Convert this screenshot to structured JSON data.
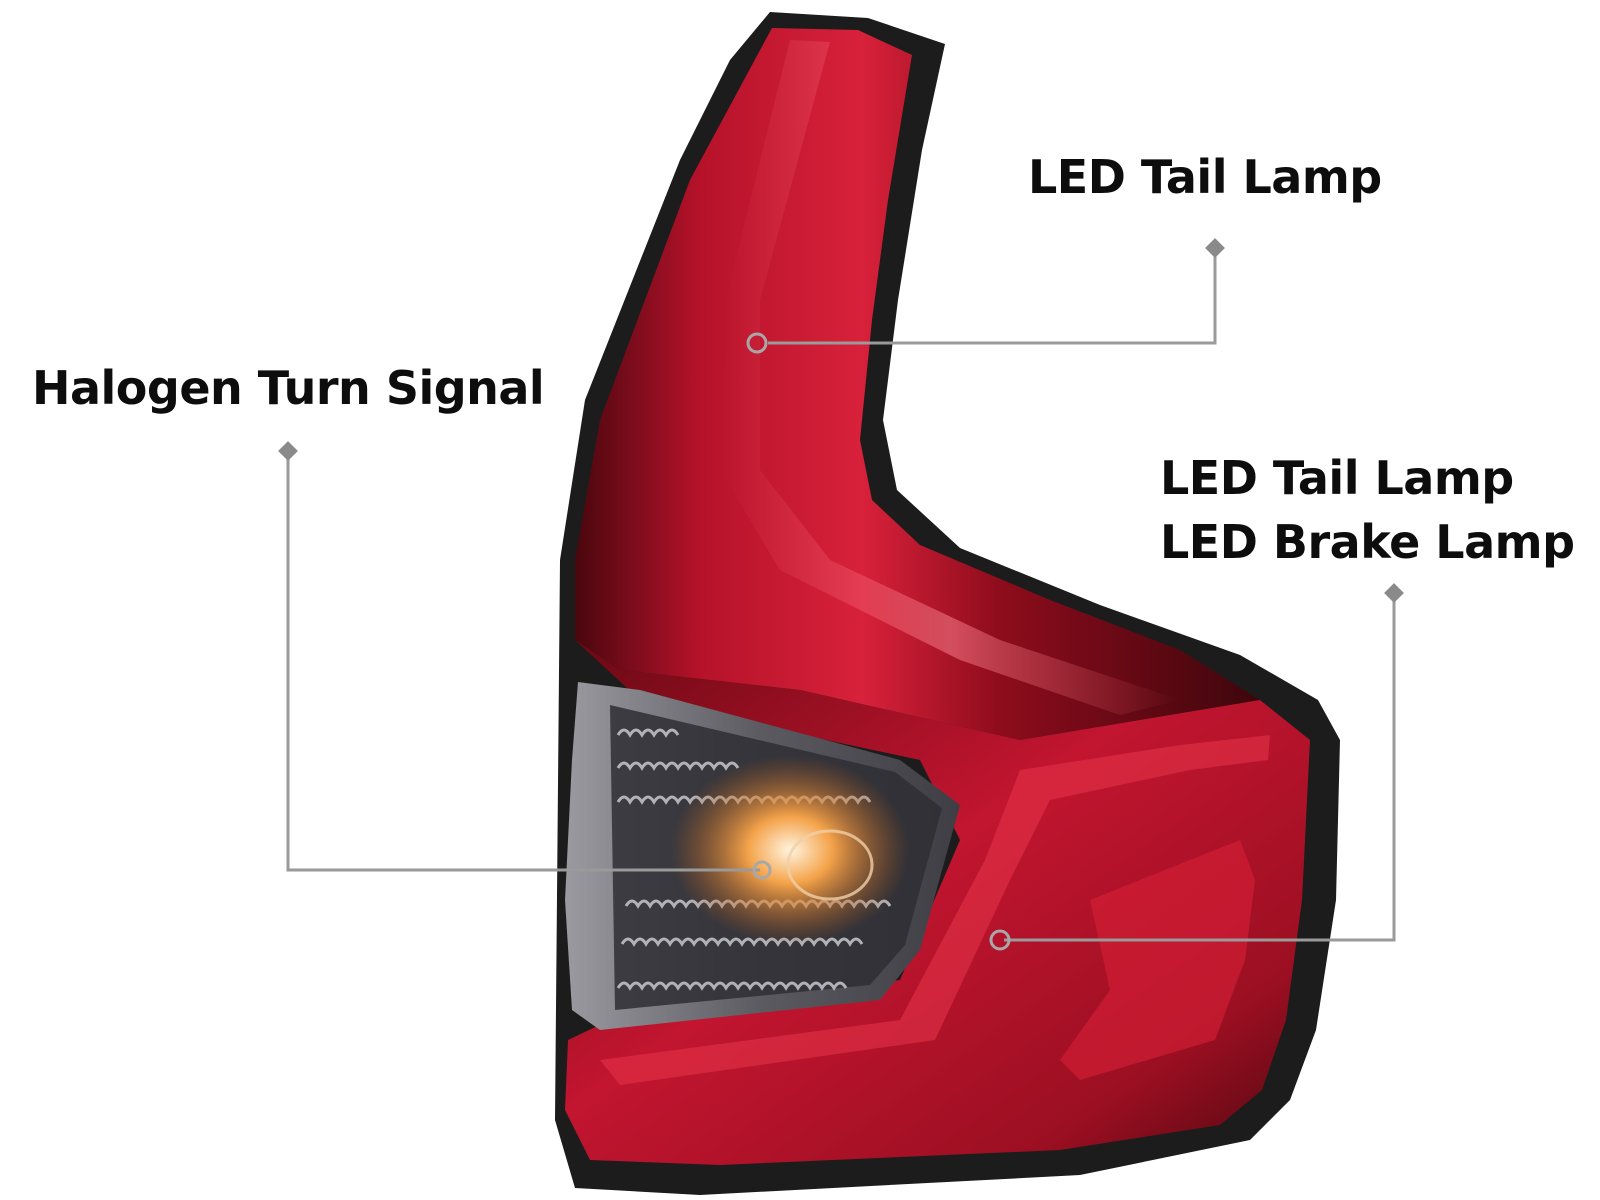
{
  "callouts": {
    "top": {
      "text": "LED Tail Lamp"
    },
    "left": {
      "text": "Halogen Turn Signal"
    },
    "right": {
      "line1": "LED Tail Lamp",
      "line2": "LED Brake Lamp"
    }
  },
  "colors": {
    "background": "#ffffff",
    "label_text": "#0d0d0d",
    "leader_line": "#9a9a9a",
    "marker": "#8a8a8a",
    "housing_black": "#1c1c1c",
    "lens_red": "#b01224",
    "lens_dark_red": "#5a0a12",
    "turn_signal_clear": "#6e6e72",
    "bulb_amber": "#e07a1c"
  }
}
